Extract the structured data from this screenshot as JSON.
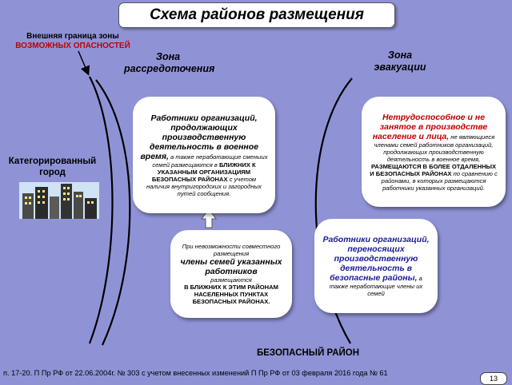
{
  "title": "Схема районов размещения",
  "outer_boundary": {
    "line1": "Внешняя граница зоны",
    "line2": "ВОЗМОЖНЫХ ОПАСНОСТЕЙ"
  },
  "zone_dispersal": {
    "line1": "Зона",
    "line2": "рассредоточения"
  },
  "zone_evacuation": {
    "line1": "Зона",
    "line2": "эвакуации"
  },
  "city": {
    "line1": "Категорированный",
    "line2": "город"
  },
  "card_workers_war": {
    "bold": "Работники организаций, продолжающих производственную деятельность в военное время,",
    "italic1": "а также неработающие сменыих семей размещаются в",
    "bold2": "БЛИЖНИХ К УКАЗАННЫМ ОРГАНИЗАЦИЯМ БЕЗОПАСНЫХ РАЙОНАХ",
    "italic2": "с учетом наличия внутригородских и загородных путей сообщения."
  },
  "card_disabled": {
    "bold": "Нетрудоспособное и не занятое в производстве население и лица,",
    "italic1": "не являющиеся членами семей работников организаций, продолжающих производственную деятельность в военное время,",
    "bold2": "РАЗМЕЩАЮТСЯ В БОЛЕЕ ОТДАЛЕННЫХ И БЕЗОПАСНЫХ РАЙОНАХ",
    "italic2": "по сравнению с районами, в которых размещаются работники указанных организаций."
  },
  "card_families": {
    "italic1": "При невозможности совместного размещения",
    "bold": "члены семей указанных работников",
    "italic2": "размещаются",
    "bold2": "В БЛИЖНИХ К ЭТИМ РАЙОНАМ НАСЕЛЕННЫХ ПУНКТАХ БЕЗОПАСНЫХ РАЙОНАХ."
  },
  "card_relocated": {
    "bold": "Работники организаций, переносящих производственную деятельность в безопасные районы,",
    "italic1": "а также неработающие члены их семей"
  },
  "safe_area": "БЕЗОПАСНЫЙ РАЙОН",
  "footer": "п. 17-20. П Пр РФ от 22.06.2004г. № 303 с учетом внесенных изменений П Пр РФ от 03 февраля 2016 года № 61",
  "page_number": "13",
  "colors": {
    "background": "#8f93d6",
    "accent_red": "#c00000",
    "accent_blue": "#1a1a9a",
    "boundary_line": "#000000"
  }
}
